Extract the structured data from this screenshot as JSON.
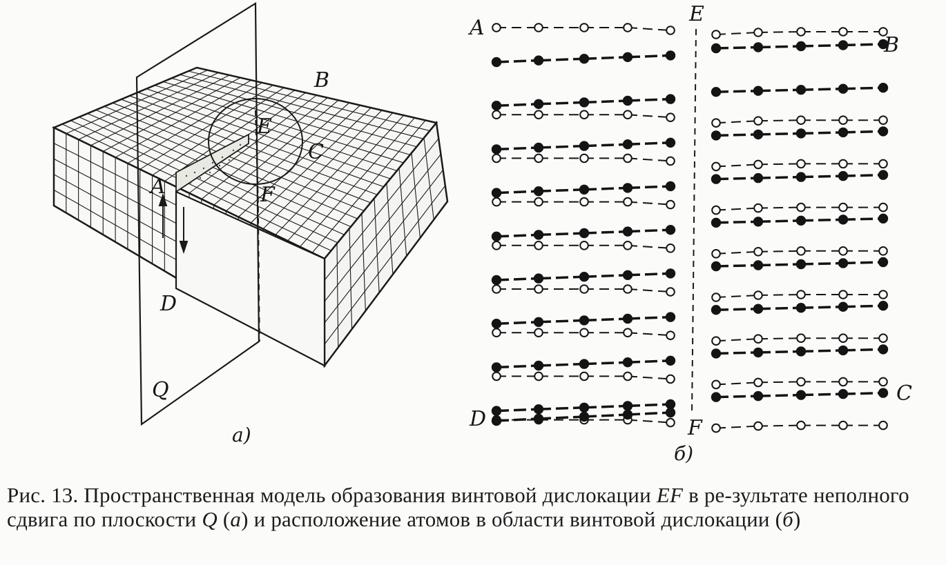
{
  "figure_a": {
    "labels": {
      "A": "A",
      "B": "B",
      "C": "C",
      "D": "D",
      "E": "E",
      "F": "F",
      "Q": "Q"
    },
    "sublabel": "а)"
  },
  "figure_b": {
    "labels": {
      "A": "A",
      "B": "B",
      "C": "C",
      "D": "D",
      "E": "E",
      "F": "F"
    },
    "sublabel": "б)",
    "atom_rows": 9,
    "atoms_per_side": 5
  },
  "caption": {
    "prefix": "Рис. 13.",
    "t1": " Пространственная модель образования винтовой дислокации ",
    "ef": "EF",
    "t2": " в ре-зультате неполного сдвига по плоскости ",
    "q": "Q",
    "t3": " (",
    "a": "а",
    "t4": ") и расположение атомов в области винтовой дислокации (",
    "b": "б",
    "t5": ")"
  }
}
